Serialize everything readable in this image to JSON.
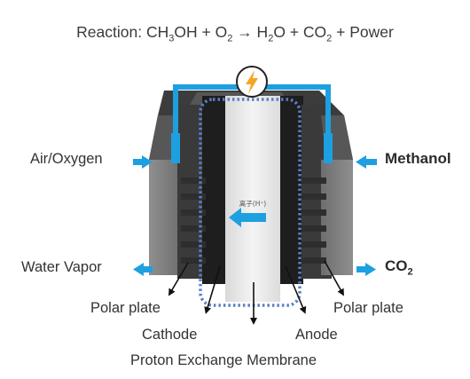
{
  "reaction": {
    "prefix": "Reaction: CH",
    "s1": "3",
    "mid1": "OH + O",
    "s2": "2",
    "mid2": " → H",
    "s3": "2",
    "mid3": "O + CO",
    "s4": "2",
    "suffix": " + Power"
  },
  "labels": {
    "air_oxygen": "Air/Oxygen",
    "methanol": "Methanol",
    "water_vapor": "Water Vapor",
    "co2_main": "CO",
    "co2_sub": "2",
    "polar_plate_left": "Polar plate",
    "polar_plate_right": "Polar plate",
    "cathode": "Cathode",
    "anode": "Anode",
    "membrane": "Proton Exchange Membrane",
    "ion": "离子(H⁺)"
  },
  "colors": {
    "accent": "#1ea0e0",
    "dashed_outline": "#5b7fc6",
    "bolt": "#f5a623"
  },
  "icons": {
    "power": "lightning-bolt-icon"
  }
}
